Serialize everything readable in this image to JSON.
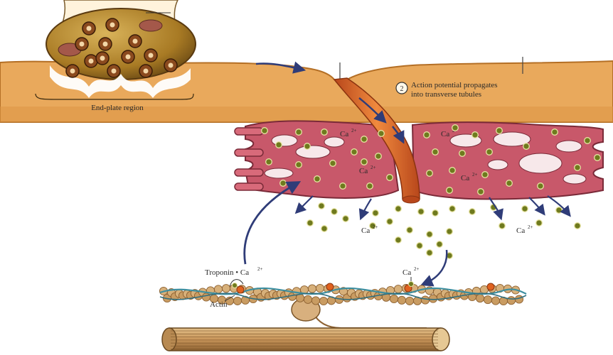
{
  "labels": {
    "end_plate": "End-plate region",
    "step_number": "2",
    "action_line1": "Action potential propagates",
    "action_line2": "into transverse tubules",
    "ca_symbol": "Ca",
    "ca_charge": "2+",
    "troponin": "Troponin • Ca",
    "actin": "Actin"
  },
  "colors": {
    "muscle_surface": "#e9a95c",
    "muscle_edge": "#b46f25",
    "sarcoplasmic_reticulum": "#c8586a",
    "sr_highlight": "#e48a98",
    "t_tubule": "#d9652a",
    "calcium_dot": "#6f7a1e",
    "calcium_ring": "#e7e3a3",
    "arrow": "#2f3c78",
    "actin_bead": "#d7b07a",
    "tropomyosin": "#3e8fa0",
    "myosin": "#c9a070",
    "troponin_orange": "#e0621f",
    "vesicle": "#8b4a1e",
    "terminal": "#9c6c1e"
  }
}
